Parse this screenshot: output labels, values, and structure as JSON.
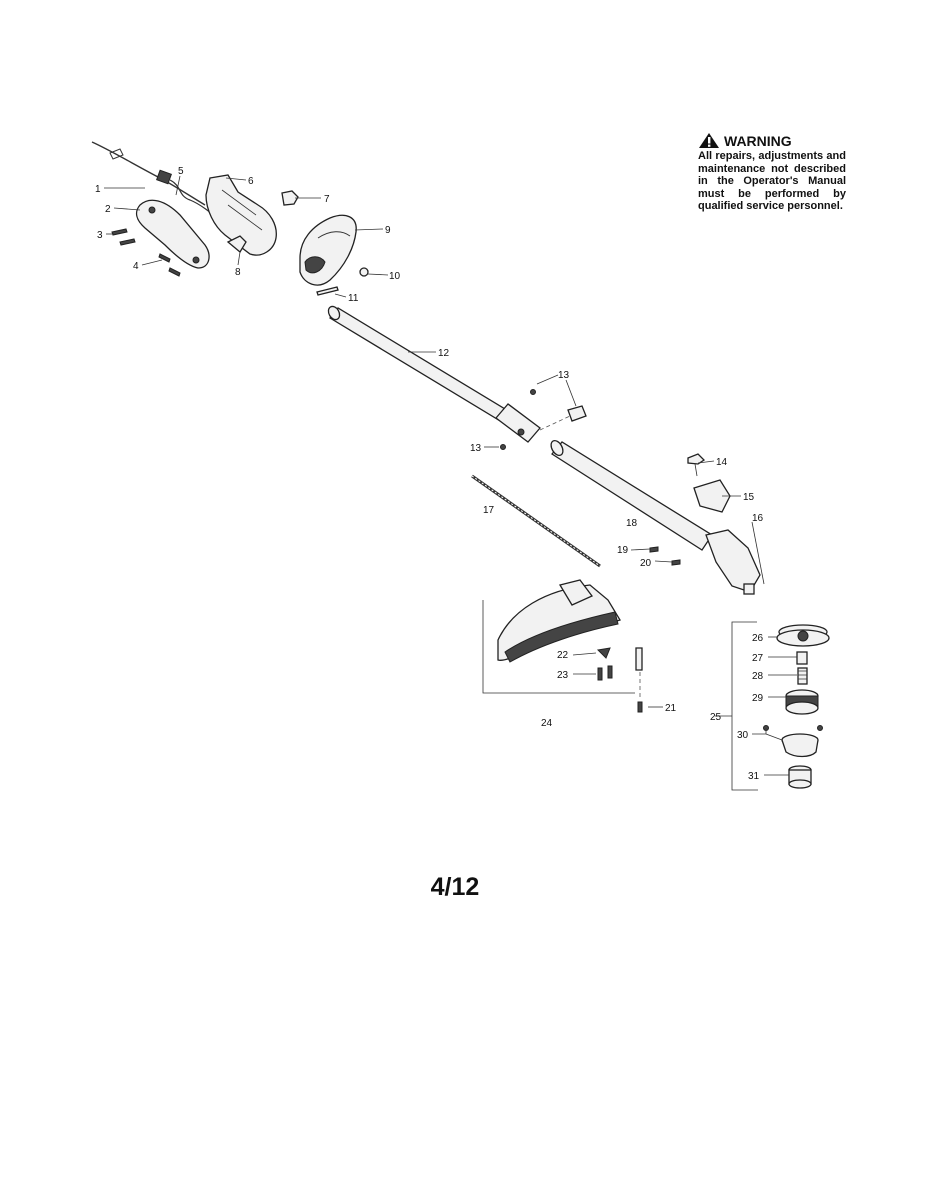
{
  "warning": {
    "title": "WARNING",
    "text": "All repairs, adjustments and maintenance not described in the Operator's Manual must be performed by qualified service personnel."
  },
  "page_number": "4/12",
  "callouts": [
    "1",
    "2",
    "3",
    "4",
    "5",
    "6",
    "7",
    "8",
    "9",
    "10",
    "11",
    "12",
    "13",
    "13",
    "14",
    "15",
    "16",
    "17",
    "18",
    "19",
    "20",
    "21",
    "22",
    "23",
    "24",
    "25",
    "26",
    "27",
    "28",
    "29",
    "30",
    "31"
  ]
}
